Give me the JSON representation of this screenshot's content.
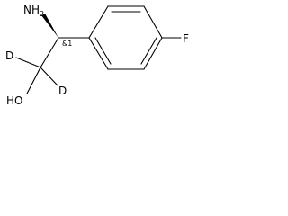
{
  "molecule": {
    "atoms": {
      "amino": "NH",
      "amino_subscript": "2",
      "fluorine": "F",
      "deuterium_1": "D",
      "deuterium_2": "D",
      "hydroxyl": "HO",
      "stereo_label": "&1"
    },
    "colors": {
      "ink": "#000000",
      "background": "#ffffff"
    }
  }
}
